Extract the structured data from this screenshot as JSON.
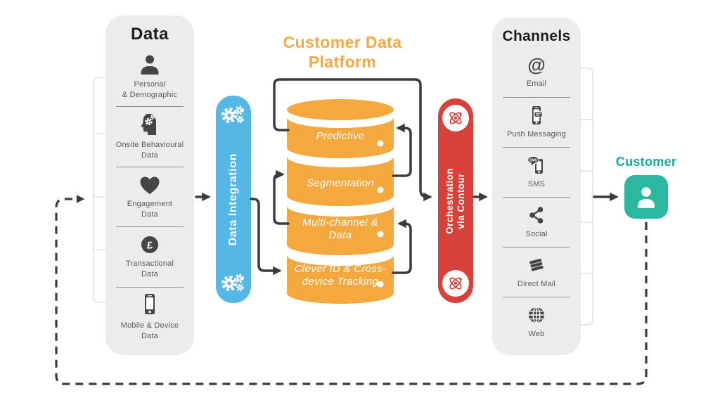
{
  "title": {
    "text": "Customer Data\nPlatform"
  },
  "data_panel": {
    "title": "Data",
    "items": [
      {
        "label": "Personal\n& Demographic",
        "icon": "user-icon"
      },
      {
        "label": "Onsite Behavioural\nData",
        "icon": "head-gears-icon"
      },
      {
        "label": "Engagement\nData",
        "icon": "heart-icon"
      },
      {
        "label": "Transactional\nData",
        "icon": "pound-coin-icon"
      },
      {
        "label": "Mobile & Device\nData",
        "icon": "smartphone-icon"
      }
    ]
  },
  "integration_bar": {
    "label": "Data Integration"
  },
  "platform": {
    "cylinders": [
      {
        "label": "Predictive"
      },
      {
        "label": "Segmentation"
      },
      {
        "label": "Multi-channel &\nData"
      },
      {
        "label": "Clever ID & Cross-\ndevice Tracking"
      }
    ]
  },
  "orchestration_bar": {
    "label": "Orchestration\nvia Contour"
  },
  "channels_panel": {
    "title": "Channels",
    "items": [
      {
        "label": "Email",
        "icon": "email-at-icon"
      },
      {
        "label": "Push Messaging",
        "icon": "push-notification-icon"
      },
      {
        "label": "SMS",
        "icon": "sms-phone-icon"
      },
      {
        "label": "Social",
        "icon": "share-icon"
      },
      {
        "label": "Direct Mail",
        "icon": "book-icon"
      },
      {
        "label": "Web",
        "icon": "globe-icon"
      }
    ]
  },
  "customer": {
    "label": "Customer"
  },
  "icon_glyphs": {
    "email": "@",
    "pound": "£",
    "sms": "SMS"
  },
  "colors": {
    "orange": "#F5A83E",
    "title_orange": "#F5A946",
    "blue": "#54B7E5",
    "red": "#D6413A",
    "teal": "#2CB7A0",
    "teal_text": "#16AA9B",
    "panel_gray": "#ECECEC",
    "line_dark": "#3B3B3B",
    "icon_dark": "#454545",
    "bracket_faint": "#E2E2E2"
  }
}
